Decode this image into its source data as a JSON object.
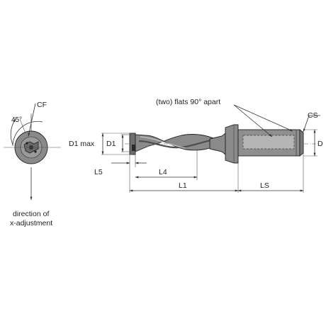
{
  "labels": {
    "cf": "CF",
    "angle": "45°",
    "direction_line1": "direction of",
    "direction_line2": "x-adjustment",
    "flats_note": "(two) flats 90° apart",
    "cs": "CS",
    "d1_max": "D1 max",
    "d1": "D1",
    "d": "D",
    "l5": "L5",
    "l4": "L4",
    "l1": "L1",
    "ls": "LS"
  },
  "colors": {
    "body": "#8a8a8a",
    "body_light": "#b9b9b9",
    "body_dark": "#5e5e5e",
    "line": "#333333"
  }
}
